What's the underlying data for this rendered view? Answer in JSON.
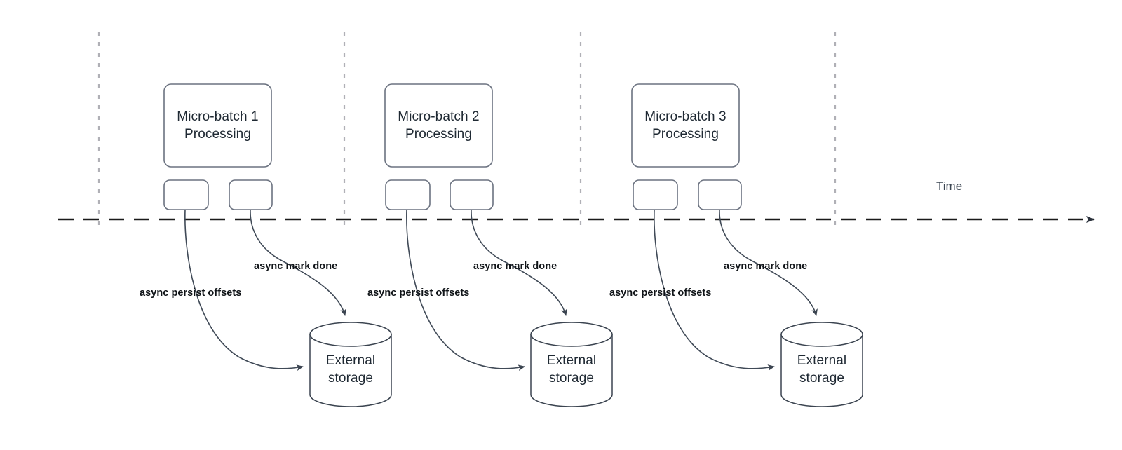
{
  "diagram": {
    "title_text": "",
    "colors": {
      "shape_stroke": "#6b7280",
      "shape_fill": "#ffffff",
      "text": "#1f2933",
      "label_text": "#101418",
      "timeline": "#1a1a1a",
      "boundary_dash": "#b0b0b6",
      "edge_stroke": "#404a57"
    },
    "axis": {
      "label": "Time",
      "axis_name": "time-axis"
    },
    "boundaries": [
      {
        "name": "micro-batch-boundary-1"
      },
      {
        "name": "micro-batch-boundary-2"
      },
      {
        "name": "micro-batch-boundary-3"
      },
      {
        "name": "micro-batch-boundary-4"
      }
    ],
    "batches": [
      {
        "title": "Micro-batch 1\nProcessing",
        "task_boxes": [
          "",
          ""
        ],
        "edges": [
          {
            "label": "async persist offsets"
          },
          {
            "label": "async mark done"
          }
        ],
        "storage": "External\nstorage"
      },
      {
        "title": "Micro-batch 2\nProcessing",
        "task_boxes": [
          "",
          ""
        ],
        "edges": [
          {
            "label": "async persist offsets"
          },
          {
            "label": "async mark done"
          }
        ],
        "storage": "External\nstorage"
      },
      {
        "title": "Micro-batch 3\nProcessing",
        "task_boxes": [
          "",
          ""
        ],
        "edges": [
          {
            "label": "async persist offsets"
          },
          {
            "label": "async mark done"
          }
        ],
        "storage": "External\nstorage"
      }
    ]
  }
}
